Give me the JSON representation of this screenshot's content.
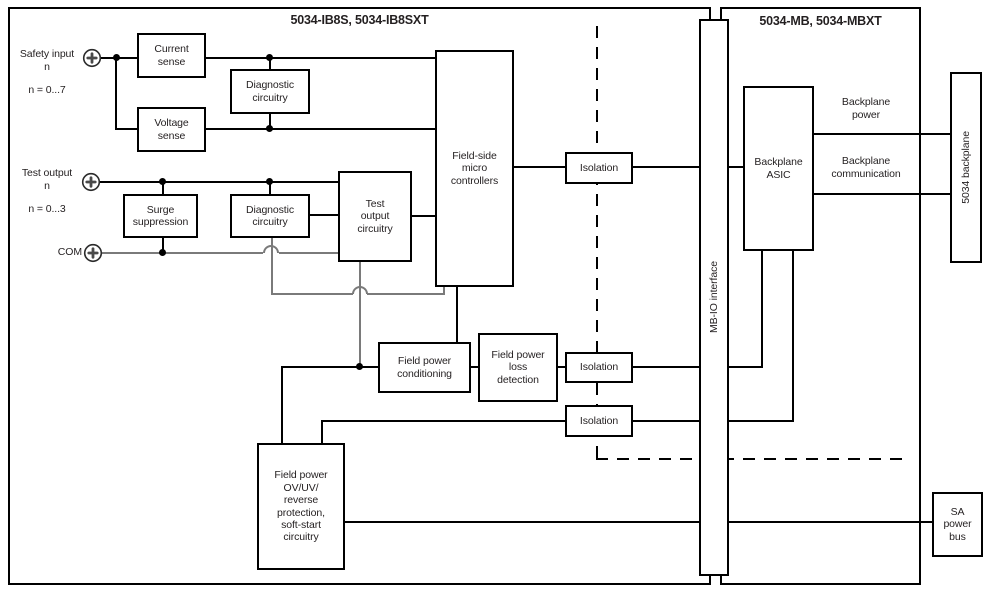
{
  "diagram": {
    "modules": {
      "left": {
        "title": "5034-IB8S, 5034-IB8SXT"
      },
      "right": {
        "title": "5034-MB, 5034-MBXT"
      }
    },
    "field_terminals": {
      "safety_input": {
        "label": "Safety input\nn",
        "range": "n = 0...7"
      },
      "test_output": {
        "label": "Test output\nn",
        "range": "n = 0...3"
      },
      "com": {
        "label": "COM"
      }
    },
    "blocks": {
      "current_sense": "Current\nsense",
      "diagnostic_circuitry_1": "Diagnostic\ncircuitry",
      "voltage_sense": "Voltage\nsense",
      "surge_suppression": "Surge\nsuppression",
      "diagnostic_circuitry_2": "Diagnostic\ncircuitry",
      "test_output_circuitry": "Test\noutput\ncircuitry",
      "field_side_micro_controllers": "Field-side\nmicro\ncontrollers",
      "isolation_1": "Isolation",
      "field_power_conditioning": "Field power\nconditioning",
      "field_power_loss_detection": "Field power\nloss\ndetection",
      "isolation_2": "Isolation",
      "isolation_3": "Isolation",
      "field_power_protection": "Field power\nOV/UV/\nreverse\nprotection,\nsoft-start\ncircuitry",
      "backplane_asic": "Backplane\nASIC",
      "mb_io_interface": "MB-IO interface",
      "backplane_5034": "5034 backplane",
      "sa_power_bus": "SA\npower\nbus"
    },
    "bus_labels": {
      "backplane_power": "Backplane\npower",
      "backplane_communication": "Backplane\ncommunication"
    },
    "colors": {
      "line": "#000000",
      "secondary_line": "#7a7a7a",
      "background": "#ffffff",
      "text": "#231f20"
    }
  }
}
